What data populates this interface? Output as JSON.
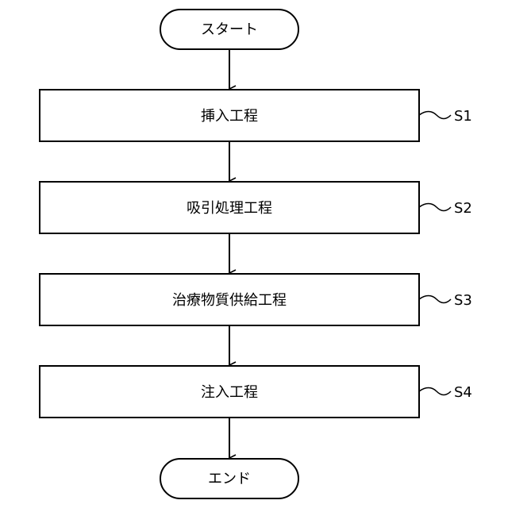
{
  "flowchart": {
    "start": {
      "label": "スタート"
    },
    "steps": [
      {
        "label": "挿入工程",
        "step_id": "S1"
      },
      {
        "label": "吸引処理工程",
        "step_id": "S2"
      },
      {
        "label": "治療物質供給工程",
        "step_id": "S3"
      },
      {
        "label": "注入工程",
        "step_id": "S4"
      }
    ],
    "end": {
      "label": "エンド"
    },
    "line_color": "#000000",
    "fill_color": "#ffffff"
  }
}
